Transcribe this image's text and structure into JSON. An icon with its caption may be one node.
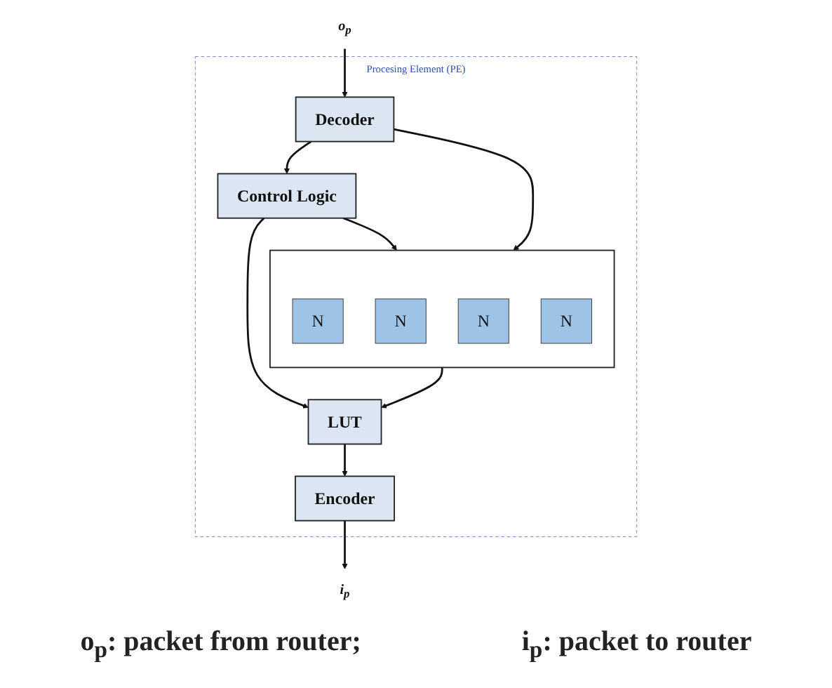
{
  "diagram": {
    "nodes": [
      {
        "text": [
          "Procesing Element (PE)"
        ]
      },
      {
        "text": [
          "Control Logic"
        ],
        "in": 0
      },
      {
        "text": [
          "Decoder"
        ],
        "in": 0
      },
      {
        "text": [
          "Encoder"
        ],
        "in": 0
      },
      {
        "text": [],
        "shape": "box",
        "in": 0
      },
      {
        "text": [
          "N"
        ],
        "in": 4
      },
      {
        "text": [
          "N"
        ],
        "in": 4
      },
      {
        "text": [
          "N"
        ],
        "in": 4
      },
      {
        "text": [
          "N"
        ],
        "in": 4
      },
      {
        "text": [
          "LUT"
        ],
        "in": 0
      },
      {
        "text": [
          "o$_{p}$"
        ]
      },
      {
        "text": [
          "i$_{p}$"
        ]
      }
    ],
    "edges": [
      {
        "from": 10,
        "to": 2,
        "arrow": "to"
      },
      {
        "from": 3,
        "to": 11,
        "arrow": "to"
      },
      {
        "from": 2,
        "to": 1,
        "arrow": "to"
      },
      {
        "from": 1,
        "to": 4,
        "arrow": "to"
      },
      {
        "from": 2,
        "to": 4,
        "arrow": "to"
      },
      {
        "from": 4,
        "to": 9,
        "arrow": "to"
      },
      {
        "from": 9,
        "to": 3,
        "arrow": "to"
      },
      {
        "from": 1,
        "to": 9,
        "arrow": "to"
      }
    ],
    "labels": [
      "o$_{p}$: packet from router;",
      "i$_{p}$: packet to router"
    ]
  }
}
